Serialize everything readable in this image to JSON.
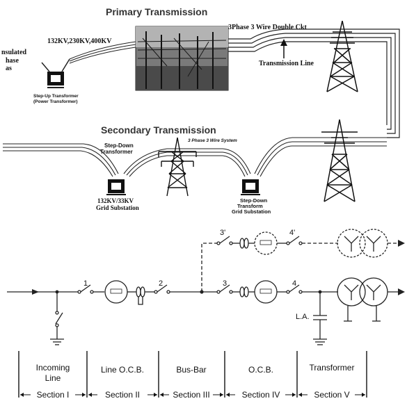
{
  "top": {
    "primary_title": "Primary Transmission",
    "voltages": "132KV,230KV,400KV",
    "insulated_frag_1": "nsulated",
    "insulated_frag_2": "hase",
    "insulated_frag_3": "as",
    "stepup_line1": "Step-Up Transformer",
    "stepup_line2": "(Power Transformer)",
    "three_phase_double": "3Phase 3 Wire Double Ckt",
    "transmission_line": "Transmission Line",
    "secondary_title": "Secondary Transmission",
    "stepdown_left_1": "Step-Down",
    "stepdown_left_2": "Transformer",
    "three_phase_system": "3 Phase 3 Wire System",
    "grid_left_1": "132KV/33KV",
    "grid_left_2": "Grid Substation",
    "stepdown_right_1": "Step-Down",
    "stepdown_right_2": "Transform",
    "stepdown_right_3": "Grid Substation"
  },
  "bottom": {
    "switch_labels": [
      "1",
      "2",
      "3",
      "4",
      "3'",
      "4'"
    ],
    "la_label": "L.A.",
    "sections": [
      {
        "title_1": "Incoming",
        "title_2": "Line",
        "label": "Section I"
      },
      {
        "title_1": "Line O.C.B.",
        "title_2": "",
        "label": "Section II"
      },
      {
        "title_1": "Bus-Bar",
        "title_2": "",
        "label": "Section III"
      },
      {
        "title_1": "O.C.B.",
        "title_2": "",
        "label": "Section IV"
      },
      {
        "title_1": "Transformer",
        "title_2": "",
        "label": "Section V"
      }
    ]
  },
  "colors": {
    "line": "#222222",
    "photo_bg": "#6e6e6e",
    "photo_dark": "#2a2a2a"
  }
}
